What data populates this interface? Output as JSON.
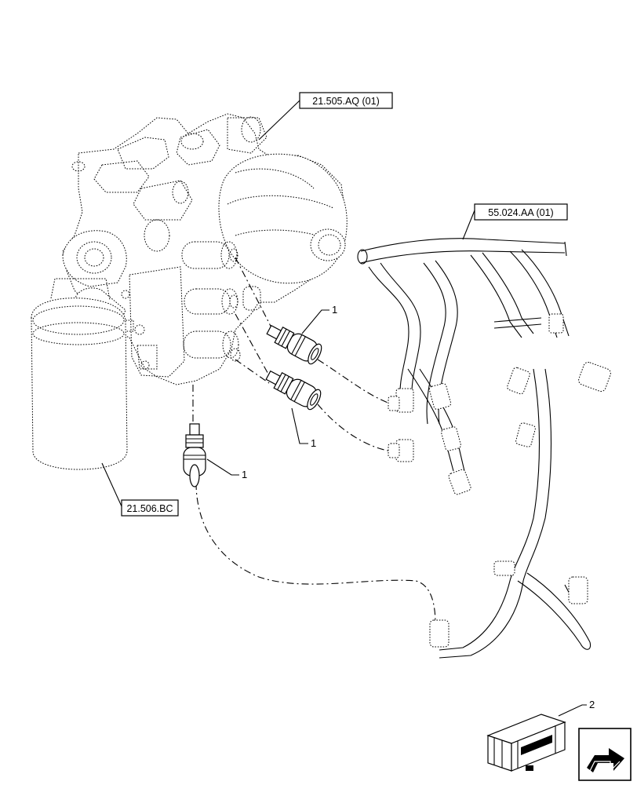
{
  "references": {
    "valve_block": "21.505.AQ (01)",
    "wiring_harness": "55.024.AA (01)",
    "filter": "21.506.BC"
  },
  "callouts": {
    "sensor_upper": "1",
    "sensor_middle": "1",
    "sensor_lower": "1",
    "kit": "2"
  },
  "icons": {
    "nav": "next-page-arrow-icon",
    "kit": "repair-kit-box-icon"
  }
}
